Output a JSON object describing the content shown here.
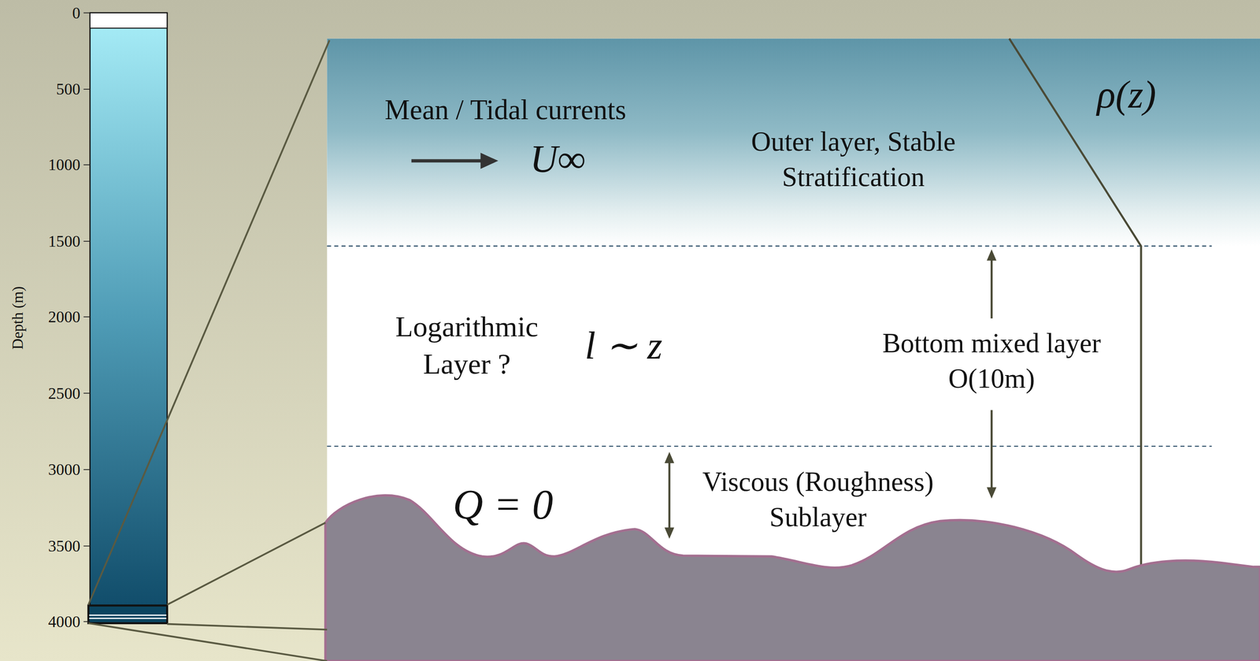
{
  "diagram": {
    "labels": [
      "0",
      "500",
      "1000",
      "1500",
      "2000",
      "2500",
      "3000",
      "3500",
      "4000",
      "Depth (m)",
      "Mean / Tidal currents",
      "U∞",
      "Outer layer, Stable Stratification",
      "ρ(z)",
      "Logarithmic Layer ?",
      "l ∼ z",
      "Bottom mixed layer O(10m)",
      "Q = 0",
      "Viscous (Roughness) Sublayer"
    ]
  }
}
